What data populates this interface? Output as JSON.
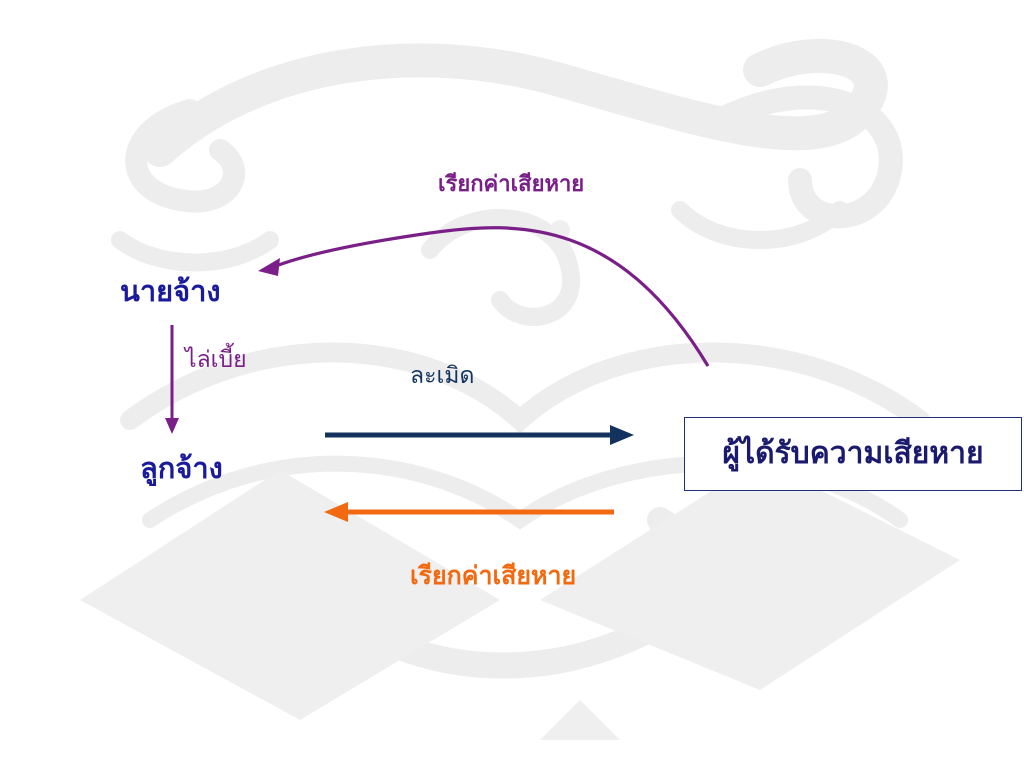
{
  "nodes": {
    "employer": "นายจ้าง",
    "employee": "ลูกจ้าง",
    "victim": "ผู้ได้รับความเสียหาย"
  },
  "edges": {
    "recourse": "ไล่เบี้ย",
    "tort": "ละเมิด",
    "claim_from_employer": "เรียกค่าเสียหาย",
    "claim_from_employee": "เรียกค่าเสียหาย"
  },
  "colors": {
    "node_text": "#1a1a9c",
    "victim_text": "#1a1a6e",
    "victim_border": "#1f2f7a",
    "purple": "#7a1f88",
    "navy": "#14325e",
    "orange": "#f26a10",
    "watermark": "#ececec"
  }
}
